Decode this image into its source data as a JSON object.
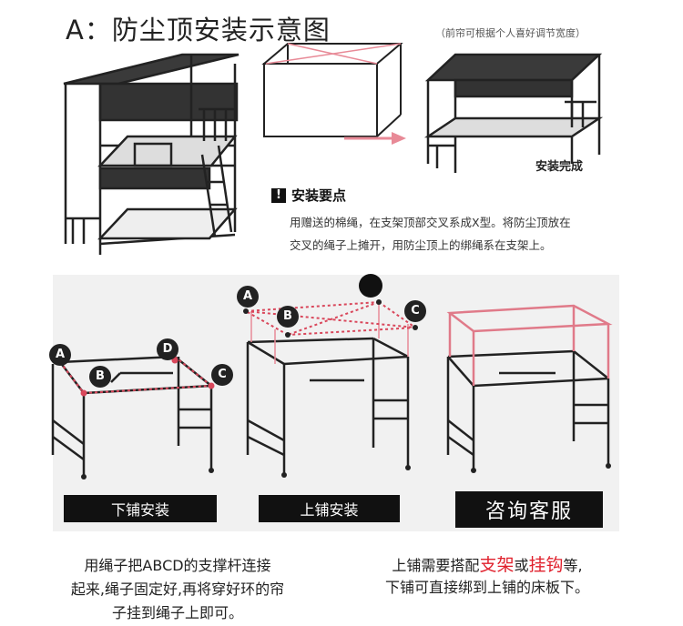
{
  "header": {
    "title": "A：防尘顶安装示意图",
    "note": "（前帘可根据个人喜好调节宽度）"
  },
  "figure_top": {
    "done_label": "安装完成"
  },
  "key_points": {
    "icon": "exclamation-icon",
    "title": "安装要点",
    "lines": [
      "用赠送的棉绳，在支架顶部交叉系成X型。将防尘顶放在",
      "交叉的绳子上摊开，用防尘顶上的绑绳系在支架上。"
    ]
  },
  "labels": {
    "left": [
      "A",
      "B",
      "D",
      "C"
    ],
    "middle": [
      "A",
      "B",
      "C"
    ]
  },
  "buttons": {
    "lower": "下铺安装",
    "upper": "上铺安装",
    "service": "咨询客服"
  },
  "bottom_left": {
    "lines": [
      "用绳子把ABCD的支撑杆连接",
      "起来,绳子固定好,再将穿好环的帘",
      "子挂到绳子上即可。"
    ]
  },
  "bottom_right": {
    "line1_a": "上铺需要搭配",
    "line1_b": "支架",
    "line1_c": "或",
    "line1_d": "挂钩",
    "line1_e": "等,",
    "line2": "下铺可直接绑到上铺的床板下。"
  },
  "colors": {
    "accent_red": "#e0202c",
    "rope_red": "#d9475b",
    "frame_pink": "#e88a97",
    "dark": "#222222",
    "panel": "#f1f1f1"
  }
}
